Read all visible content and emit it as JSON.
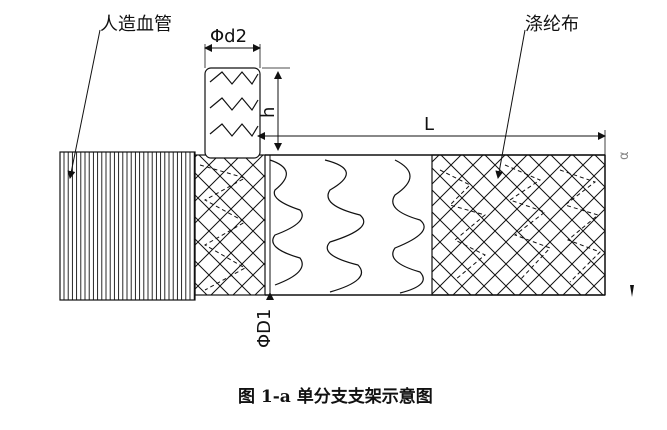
{
  "diagram": {
    "labels": {
      "graft": "人造血管",
      "fabric": "涤纶布",
      "d2": "Φd2",
      "h": "h",
      "L": "L",
      "D1": "ΦD1",
      "a": "α"
    },
    "caption": "图 1-a  单分支支架示意图",
    "colors": {
      "line": "#111111",
      "background": "#ffffff"
    }
  }
}
